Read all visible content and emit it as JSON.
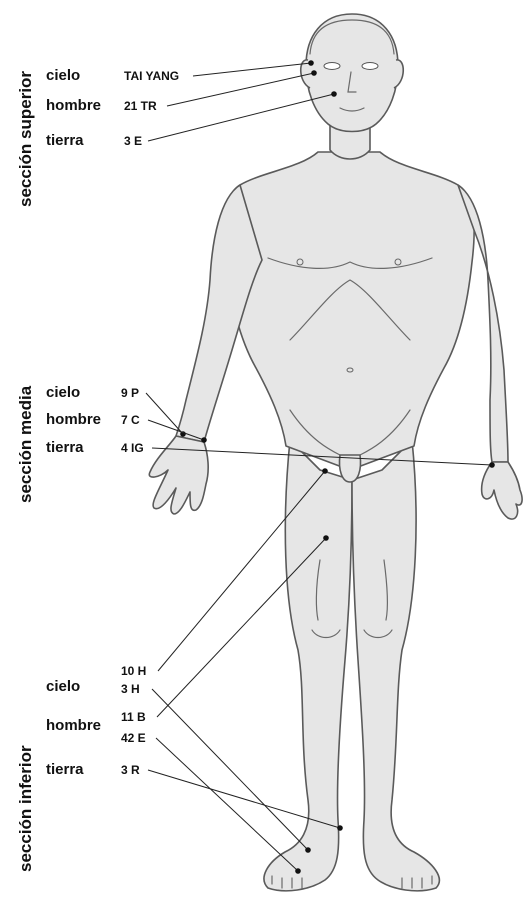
{
  "sections": {
    "superior": {
      "title": "sección superior",
      "rows": [
        {
          "level": "cielo",
          "point": "TAI YANG"
        },
        {
          "level": "hombre",
          "point": "21 TR"
        },
        {
          "level": "tierra",
          "point": "3 E"
        }
      ]
    },
    "media": {
      "title": "sección media",
      "rows": [
        {
          "level": "cielo",
          "point": "9 P"
        },
        {
          "level": "hombre",
          "point": "7 C"
        },
        {
          "level": "tierra",
          "point": "4 IG"
        }
      ]
    },
    "inferior": {
      "title": "sección inferior",
      "levels": [
        "cielo",
        "hombre",
        "tierra"
      ],
      "points": [
        "10 H",
        "3 H",
        "11 B",
        "42 E",
        "3 R"
      ]
    }
  }
}
